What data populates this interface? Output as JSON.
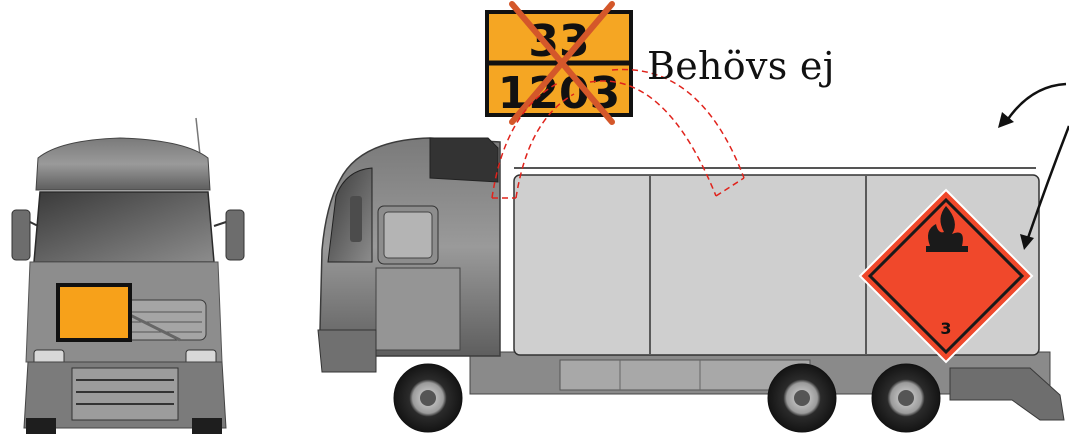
{
  "orange_plate": {
    "hazard_id": "33",
    "un_number": "1203",
    "color": "#f5a623",
    "crossed_out": true,
    "cross_color": "#d4572a"
  },
  "caption": "Behövs ej",
  "hazard_label": {
    "class_number": "3",
    "color": "#f0482b",
    "icon": "flame-icon"
  },
  "front_plate": {
    "color": "#f7a11a",
    "blank": true
  },
  "callout_color": "#e0231c"
}
